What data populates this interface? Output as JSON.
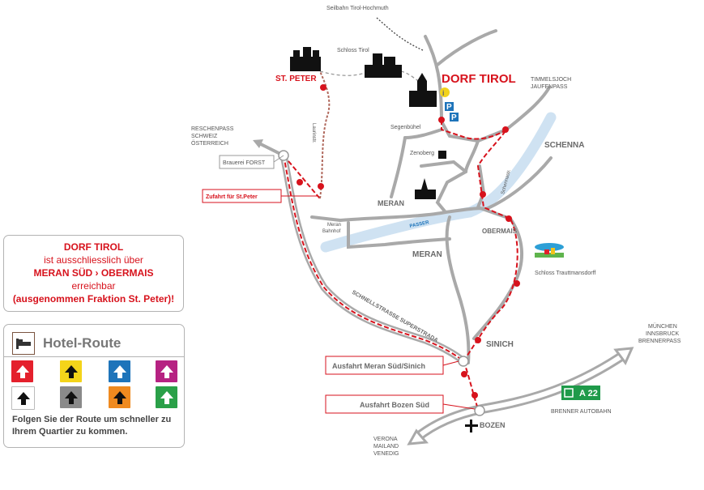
{
  "places": {
    "dorf_tirol": "DORF TIROL",
    "st_peter": "ST. PETER",
    "seilbahn": "Seilbahn Tirol-Hochmuth",
    "schloss_tirol": "Schloss Tirol",
    "timmelsjoch_1": "TIMMELSJOCH",
    "timmelsjoch_2": "JAUFENPASS",
    "schenna": "SCHENNA",
    "segenbuehel": "Segenbühel",
    "zenoberg": "Zenoberg",
    "meran_top": "MERAN",
    "meran_main": "MERAN",
    "passer": "PASSER",
    "obermais": "OBERMAIS",
    "schloss_trauttmansdorff": "Schloss Trauttmansdorff",
    "meran_bahnhof_1": "Meran",
    "meran_bahnhof_2": "Bahnhof",
    "reschen_1": "RESCHENPASS",
    "reschen_2": "SCHWEIZ",
    "reschen_3": "ÖSTERREICH",
    "brauerei": "Brauerei FORST",
    "zufahrt": "Zufahrt für St.Peter",
    "laurinstr": "Laurinstr.",
    "schennastr": "Schennastr.",
    "schnellstrasse": "SCHNELLSTRASSE  SUPERSTRADA",
    "sinich": "SINICH",
    "ausfahrt_meran": "Ausfahrt Meran Süd/Sinich",
    "ausfahrt_bozen": "Ausfahrt Bozen Süd",
    "bozen": "BOZEN",
    "muenchen_1": "MÜNCHEN",
    "muenchen_2": "INNSBRUCK",
    "muenchen_3": "BRENNERPASS",
    "a22": "A 22",
    "brenner_autobahn": "BRENNER AUTOBAHN",
    "verona_1": "VERONA",
    "verona_2": "MAILAND",
    "verona_3": "VENEDIG",
    "info_i": "i",
    "parking": "P"
  },
  "info_box": {
    "line1": "DORF TIROL",
    "line2": "ist ausschliesslich über",
    "line3": "MERAN SÜD › OBERMAIS",
    "line4": "erreichbar",
    "line5": "(ausgenommen Fraktion St. Peter)!"
  },
  "hotel_route": {
    "title": "Hotel-Route",
    "arrow_colors": [
      "#e4202c",
      "#f4d41a",
      "#1e74ba",
      "#b62282",
      "#111111",
      "#8a8a8a",
      "#ef8a1f",
      "#2aa048"
    ],
    "instruction": "Folgen Sie der Route um schneller zu Ihrem Quartier zu kommen."
  },
  "colors": {
    "route_red": "#d7121c",
    "road_gray": "#a9a9a9",
    "river_blue": "#cfe2f2",
    "motorway_green": "#1f9a4a"
  }
}
